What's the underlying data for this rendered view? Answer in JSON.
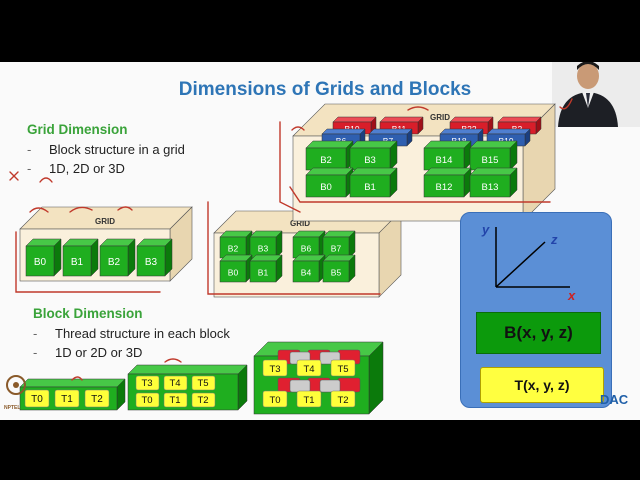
{
  "slide": {
    "title": "Dimensions of Grids and Blocks",
    "grid_heading": "Grid Dimension",
    "grid_bullets": [
      "Block structure in a  grid",
      "1D, 2D or 3D"
    ],
    "block_heading": "Block Dimension",
    "block_bullets": [
      "Thread structure in each block",
      "1D or 2D or 3D"
    ],
    "grid_label": "GRID",
    "grid1d_blocks": [
      "B0",
      "B1",
      "B2",
      "B3"
    ],
    "grid2d_blocks": [
      "B2",
      "B3",
      "B6",
      "B7",
      "B0",
      "B1",
      "B4",
      "B5"
    ],
    "grid3d_back": [
      "B10",
      "B11",
      "B22",
      "B2"
    ],
    "grid3d_mid": [
      "B6",
      "B7",
      "B18",
      "B19"
    ],
    "grid3d_front_top": [
      "B2",
      "B3",
      "B14",
      "B15"
    ],
    "grid3d_front_bottom": [
      "B0",
      "B1",
      "B12",
      "B13"
    ],
    "threads_1d": [
      "T0",
      "T1",
      "T2"
    ],
    "threads_2d": [
      "T3",
      "T4",
      "T5",
      "T0",
      "T1",
      "T2"
    ],
    "threads_3d": [
      "T3",
      "T4",
      "T5",
      "T0",
      "T1",
      "T2"
    ],
    "axis_y": "y",
    "axis_z": "z",
    "axis_x": "x",
    "block_coord": "B(x, y, z)",
    "thread_coord": "T(x, y, z)",
    "logo_left": "NPTEL",
    "logo_right": "DAC",
    "colors": {
      "title": "#2e75b6",
      "heading": "#3aa33a",
      "block": "#0c9a0c",
      "thread": "#ffff40",
      "panel": "#5b8fd6",
      "grid_box": "#f6e7c8"
    }
  }
}
